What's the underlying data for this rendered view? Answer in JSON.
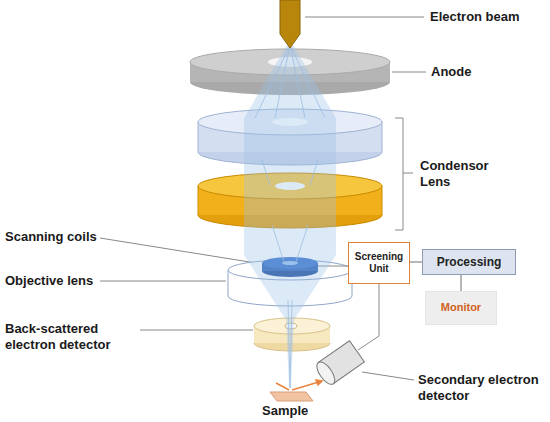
{
  "diagram": {
    "nodes": [
      {
        "text": [
          "Screening Unit"
        ]
      },
      {
        "text": [
          "Processing"
        ]
      },
      {
        "text": [
          "Monitor"
        ]
      }
    ],
    "edges": [
      {
        "from": 0,
        "to": 1,
        "arrow": "none"
      },
      {
        "from": 1,
        "to": 2,
        "arrow": "none"
      }
    ],
    "labels": [
      "Electron beam",
      "Anode",
      "Condensor Lens",
      "Scanning coils",
      "Objective lens",
      "Back-scattered electron detector",
      "Sample",
      "Secondary electron detector"
    ]
  }
}
